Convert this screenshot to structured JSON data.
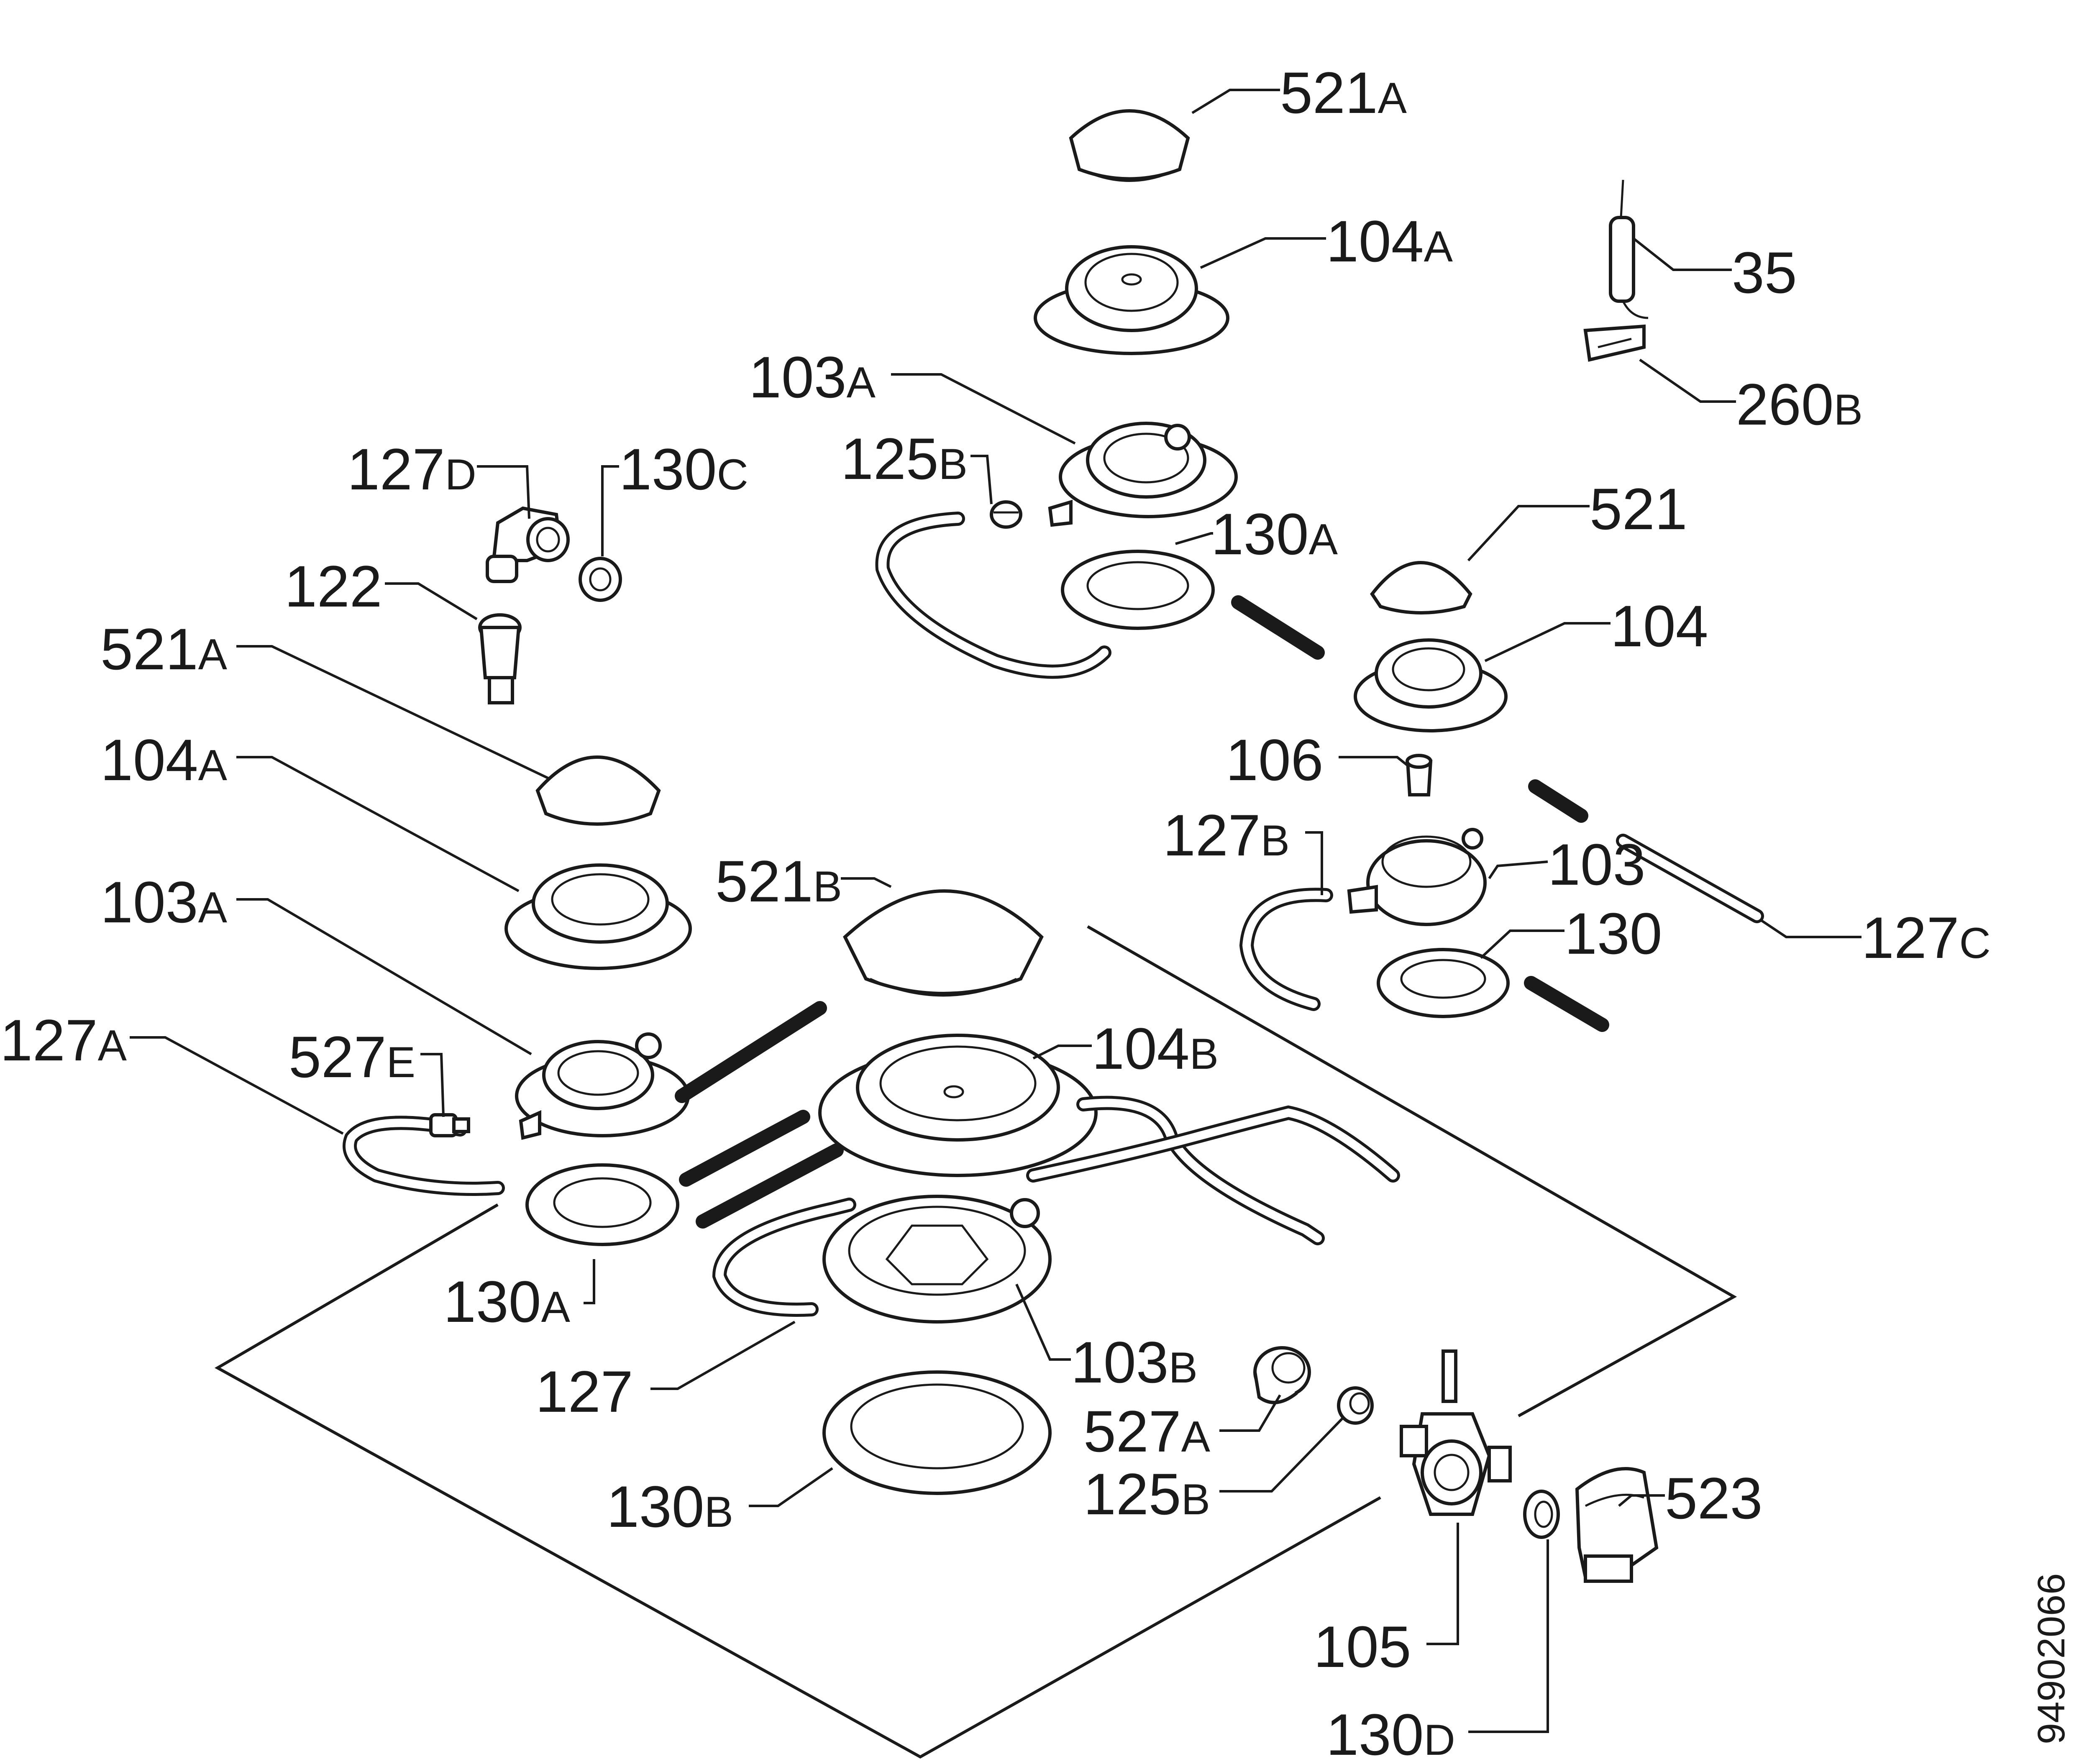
{
  "diagram": {
    "reference_number": "94902066",
    "labels": [
      {
        "id": "lbl-521a-top",
        "num": "521",
        "suffix": "A"
      },
      {
        "id": "lbl-104a-top",
        "num": "104",
        "suffix": "A"
      },
      {
        "id": "lbl-35",
        "num": "35",
        "suffix": ""
      },
      {
        "id": "lbl-260b",
        "num": "260",
        "suffix": "B"
      },
      {
        "id": "lbl-103a-top",
        "num": "103",
        "suffix": "A"
      },
      {
        "id": "lbl-125b-top",
        "num": "125",
        "suffix": "B"
      },
      {
        "id": "lbl-127d",
        "num": "127",
        "suffix": "D"
      },
      {
        "id": "lbl-130c",
        "num": "130",
        "suffix": "C"
      },
      {
        "id": "lbl-130a-right",
        "num": "130",
        "suffix": "A"
      },
      {
        "id": "lbl-521",
        "num": "521",
        "suffix": ""
      },
      {
        "id": "lbl-122",
        "num": "122",
        "suffix": ""
      },
      {
        "id": "lbl-521a-left",
        "num": "521",
        "suffix": "A"
      },
      {
        "id": "lbl-104",
        "num": "104",
        "suffix": ""
      },
      {
        "id": "lbl-104a-left",
        "num": "104",
        "suffix": "A"
      },
      {
        "id": "lbl-106",
        "num": "106",
        "suffix": ""
      },
      {
        "id": "lbl-127b",
        "num": "127",
        "suffix": "B"
      },
      {
        "id": "lbl-521b",
        "num": "521",
        "suffix": "B"
      },
      {
        "id": "lbl-103",
        "num": "103",
        "suffix": ""
      },
      {
        "id": "lbl-103a-left",
        "num": "103",
        "suffix": "A"
      },
      {
        "id": "lbl-127c",
        "num": "127",
        "suffix": "C"
      },
      {
        "id": "lbl-130",
        "num": "130",
        "suffix": ""
      },
      {
        "id": "lbl-127a",
        "num": "127",
        "suffix": "A"
      },
      {
        "id": "lbl-527e",
        "num": "527",
        "suffix": "E"
      },
      {
        "id": "lbl-104b",
        "num": "104",
        "suffix": "B"
      },
      {
        "id": "lbl-130a-left",
        "num": "130",
        "suffix": "A"
      },
      {
        "id": "lbl-103b",
        "num": "103",
        "suffix": "B"
      },
      {
        "id": "lbl-127",
        "num": "127",
        "suffix": ""
      },
      {
        "id": "lbl-527a",
        "num": "527",
        "suffix": "A"
      },
      {
        "id": "lbl-523",
        "num": "523",
        "suffix": ""
      },
      {
        "id": "lbl-125b-bottom",
        "num": "125",
        "suffix": "B"
      },
      {
        "id": "lbl-130b",
        "num": "130",
        "suffix": "B"
      },
      {
        "id": "lbl-105",
        "num": "105",
        "suffix": ""
      },
      {
        "id": "lbl-130d",
        "num": "130",
        "suffix": "D"
      }
    ]
  }
}
